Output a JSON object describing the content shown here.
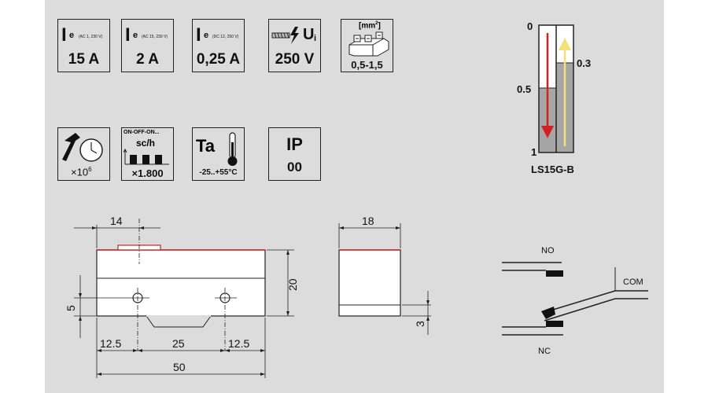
{
  "tiles": [
    {
      "symbol": "I",
      "sub": "e",
      "note": "(AC 1, 230 V)",
      "value": "15 A"
    },
    {
      "symbol": "I",
      "sub": "e",
      "note": "(AC 15, 230 V)",
      "value": "2 A"
    },
    {
      "symbol": "I",
      "sub": "e",
      "note": "(DC 12, 250 V)",
      "value": "0,25 A"
    },
    {
      "symbol": "U",
      "sub": "i",
      "value": "250 V"
    },
    {
      "unit": "[mm",
      "unit_sup": "2",
      "unit_end": "]",
      "value": "0,5-1,5"
    }
  ],
  "tiles2": [
    {
      "value_prefix": "×10",
      "value_sup": "6"
    },
    {
      "top": "ON-OFF-ON...",
      "mid": "sc/h",
      "value": "×1.800"
    },
    {
      "symbol": "Ta",
      "value": "-25..+55°C"
    },
    {
      "symbol": "IP",
      "value": "00"
    }
  ],
  "travel": {
    "top": "0",
    "mid": "0.5",
    "right": "0.3",
    "bottom": "1",
    "model": "LS15G-B"
  },
  "front_view": {
    "top_dim": "14",
    "height_dim": "20",
    "hole_dim": "5",
    "seg1": "12.5",
    "seg2": "25",
    "seg3": "12.5",
    "total": "50"
  },
  "side_view": {
    "width_dim": "18",
    "base_dim": "3"
  },
  "contacts": {
    "no": "NO",
    "com": "COM",
    "nc": "NC"
  },
  "colors": {
    "accent_red": "#cc2222",
    "arrow_red": "#d42020",
    "arrow_yellow": "#f3e07a"
  }
}
